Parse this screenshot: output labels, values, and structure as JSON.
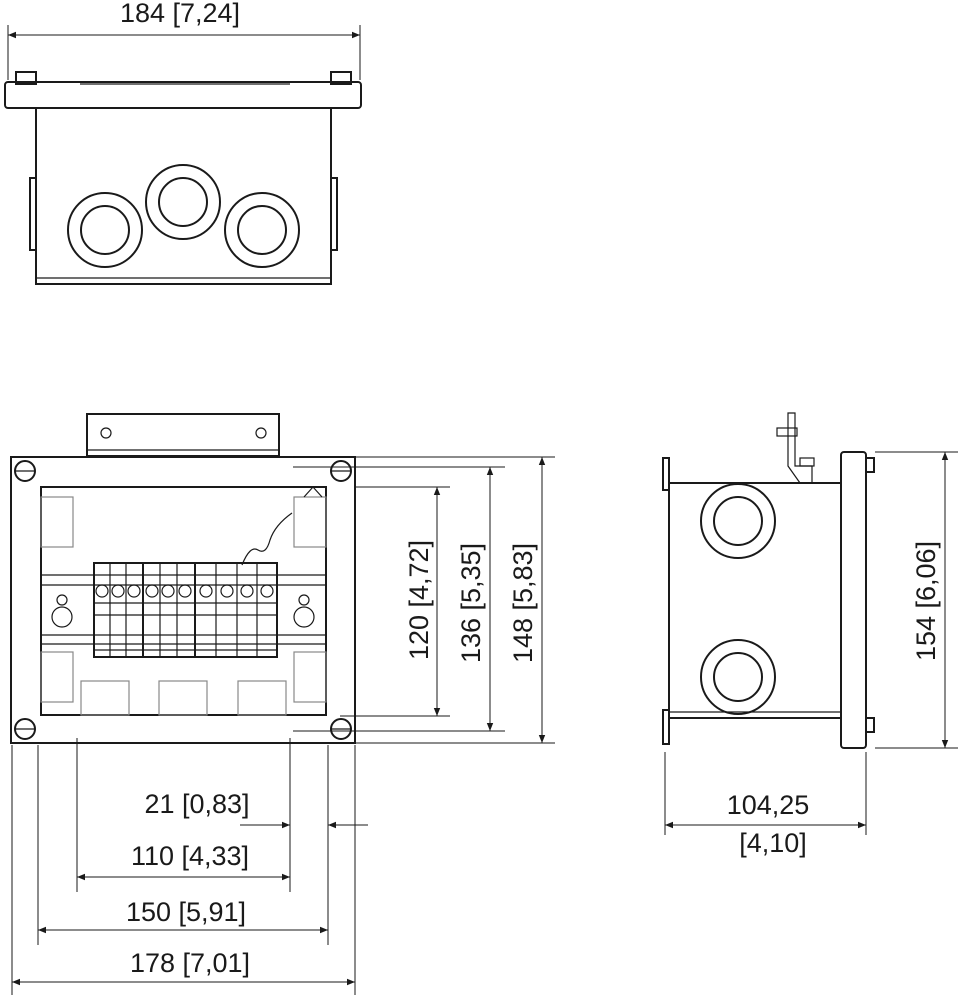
{
  "top_view": {
    "width_label": "184 [7,24]"
  },
  "front_view": {
    "height_labels": [
      "120 [4,72]",
      "136 [5,35]",
      "148 [5,83]"
    ],
    "width_labels": [
      "21 [0,83]",
      "110 [4,33]",
      "150 [5,91]",
      "178 [7,01]"
    ]
  },
  "side_view": {
    "height_label": "154 [6,06]",
    "depth_label_line1": "104,25",
    "depth_label_line2": "[4,10]"
  }
}
